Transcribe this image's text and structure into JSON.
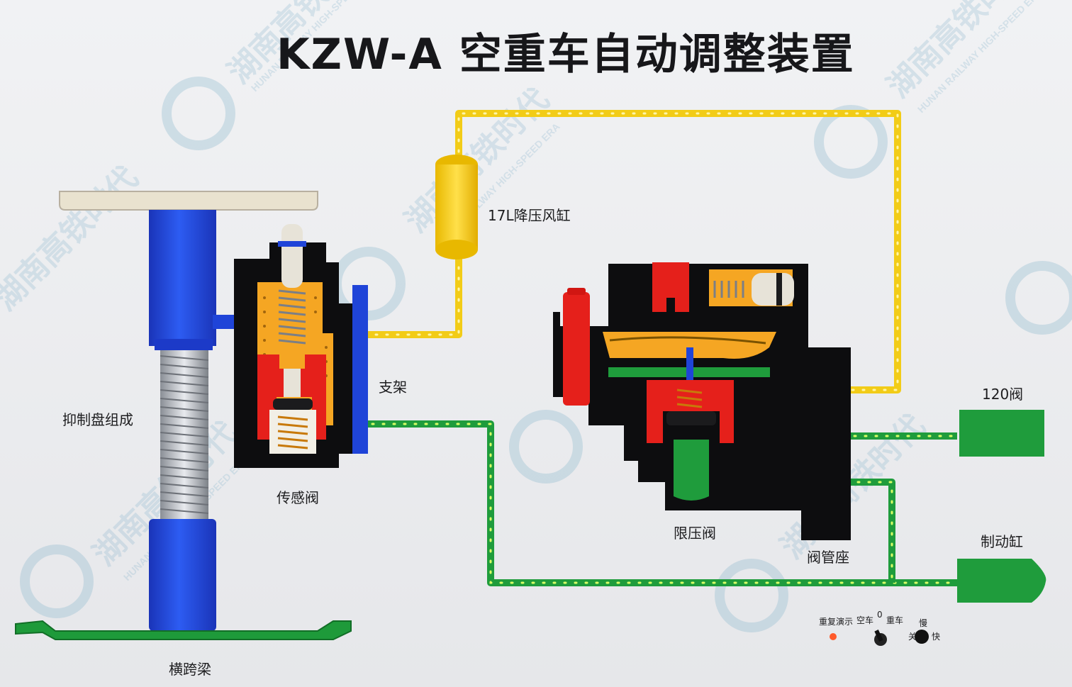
{
  "title": "KZW-A 空重车自动调整装置",
  "labels": {
    "reservoir": "17L降压风缸",
    "bracket": "支架",
    "restrain_disc": "抑制盘组成",
    "sensor_valve": "传感阀",
    "limit_valve": "限压阀",
    "pipe_seat": "阀管座",
    "valve_120": "120阀",
    "brake_cylinder": "制动缸",
    "crossbeam": "横跨梁"
  },
  "panel": {
    "repeat_demo": "重复演示",
    "empty": "空车",
    "zero": "0",
    "loaded": "重车",
    "slow": "慢",
    "off": "关",
    "fast": "快"
  },
  "watermark": {
    "cn": "湖南高铁时代",
    "en": "HUNAN RAILWAY HIGH-SPEED ERA"
  },
  "colors": {
    "blue": "#1f44d8",
    "yellow": "#f4d21a",
    "green": "#1f9c3c",
    "red": "#e5201b",
    "orange": "#f5a623",
    "black": "#0d0d0f",
    "watermark": "#8fb9cf"
  }
}
